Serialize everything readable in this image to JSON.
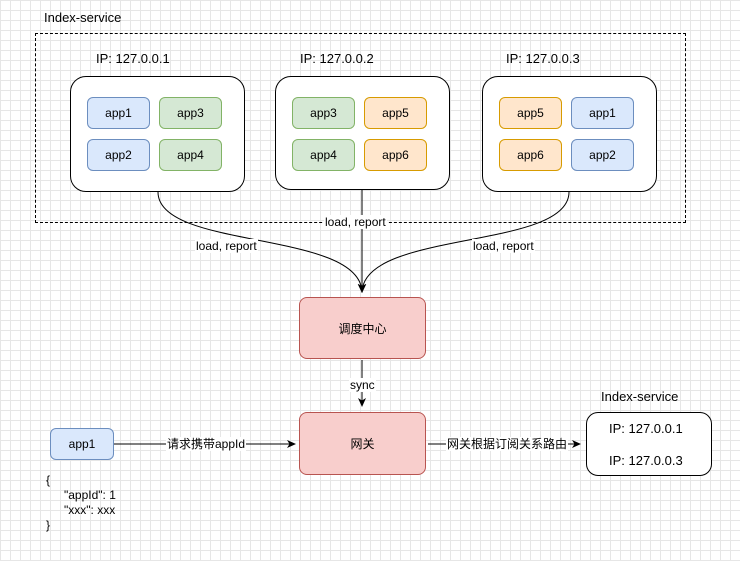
{
  "cluster": {
    "title": "Index-service",
    "servers": [
      {
        "ip": "IP: 127.0.0.1",
        "apps": [
          "app1",
          "app3",
          "app2",
          "app4"
        ]
      },
      {
        "ip": "IP: 127.0.0.2",
        "apps": [
          "app3",
          "app5",
          "app4",
          "app6"
        ]
      },
      {
        "ip": "IP: 127.0.0.3",
        "apps": [
          "app5",
          "app1",
          "app6",
          "app2"
        ]
      }
    ]
  },
  "edges": {
    "left": "load, report",
    "middle": "load, report",
    "right": "load, report",
    "sync": "sync",
    "request": "请求携带appId",
    "route": "网关根据订阅关系路由"
  },
  "scheduler": {
    "label": "调度中心"
  },
  "gateway": {
    "label": "网关"
  },
  "client": {
    "app": "app1",
    "json_lines": [
      "{",
      "\"appId\": 1",
      "\"xxx\": xxx",
      "}"
    ]
  },
  "result": {
    "title": "Index-service",
    "ips": [
      "IP: 127.0.0.1",
      "IP: 127.0.0.3"
    ]
  },
  "colors": {
    "blue_fill": "#dae8fc",
    "blue_stroke": "#6c8ebf",
    "green_fill": "#d5e8d4",
    "green_stroke": "#82b366",
    "orange_fill": "#ffe6cc",
    "orange_stroke": "#d79b00",
    "red_fill": "#f8cecc",
    "red_stroke": "#b85450"
  }
}
